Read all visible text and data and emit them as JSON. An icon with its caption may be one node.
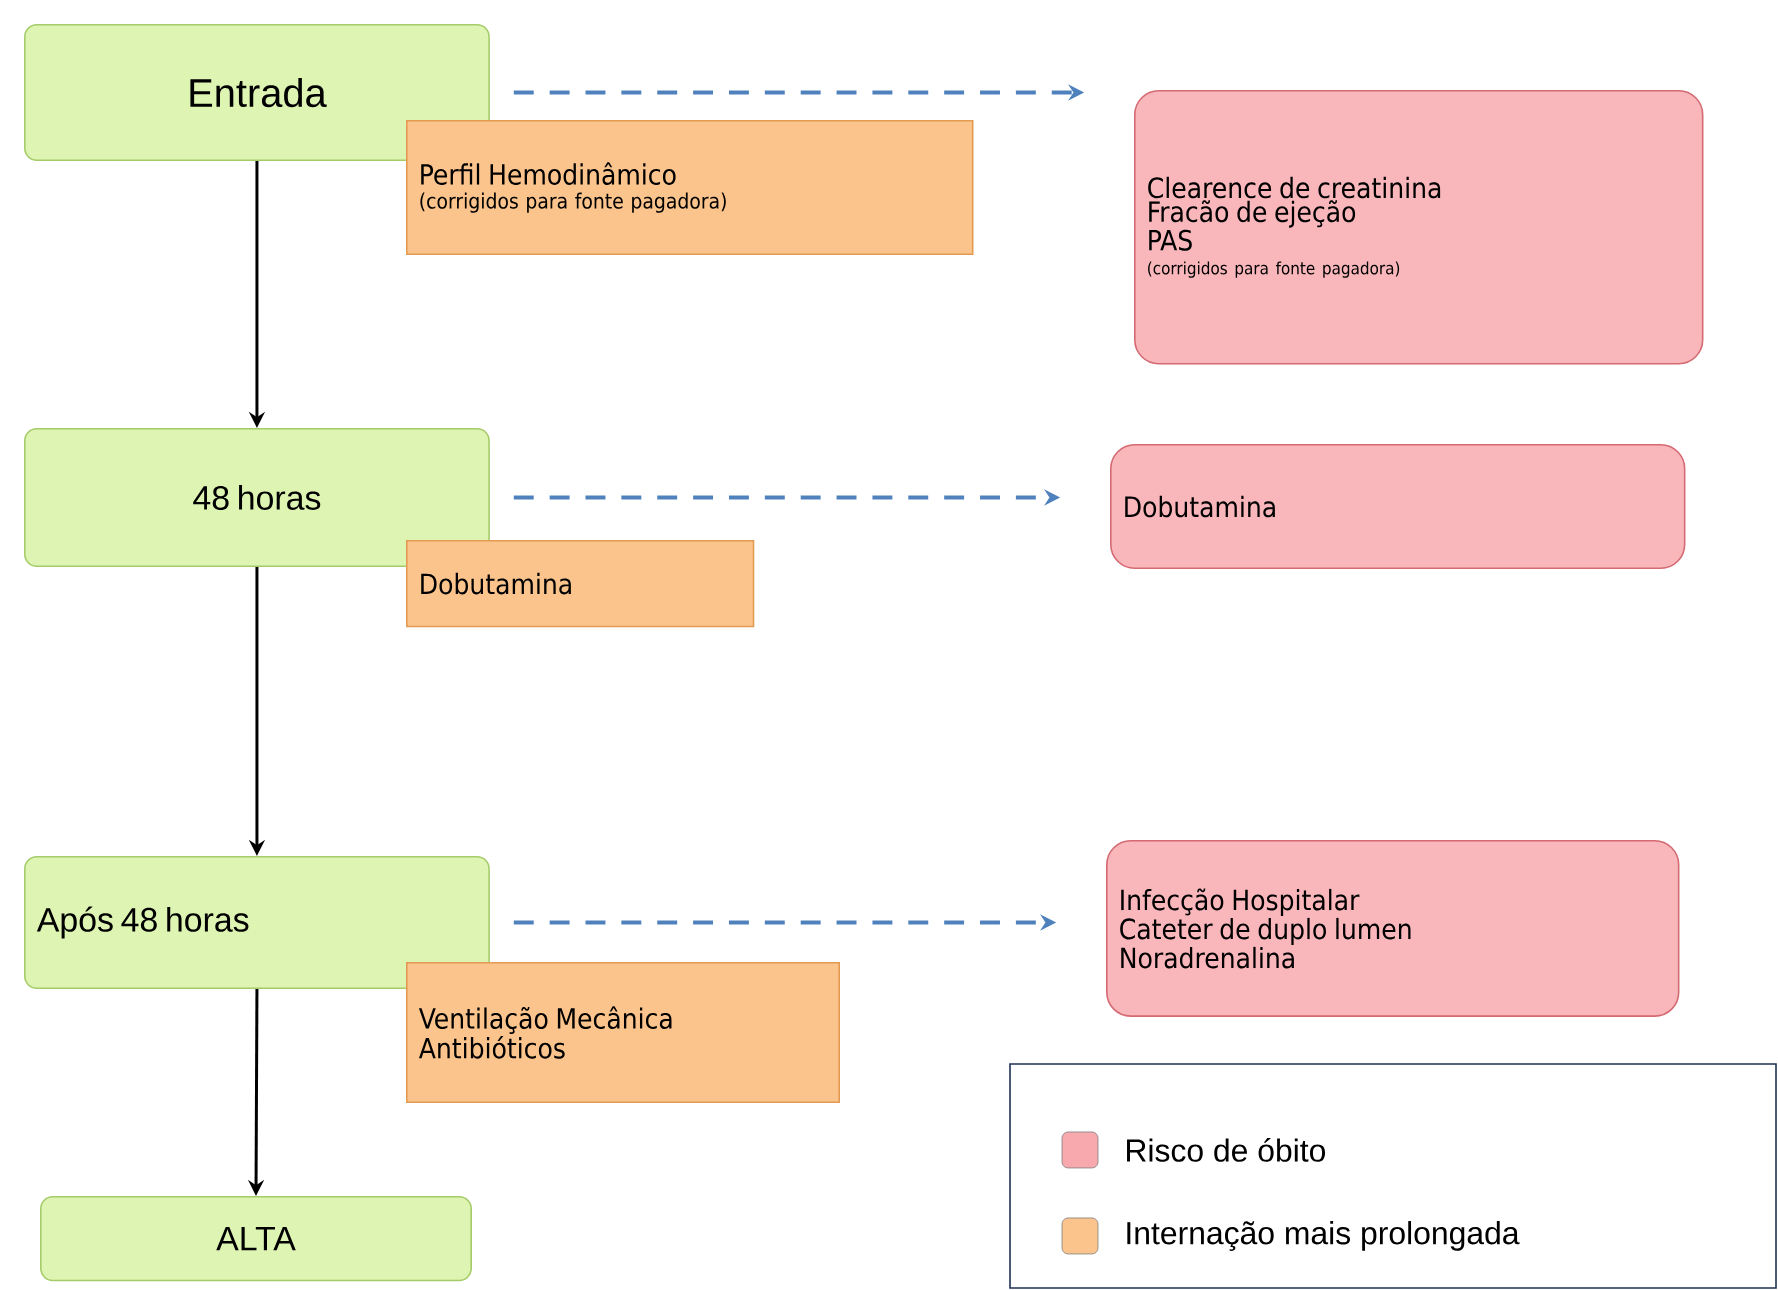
{
  "diagram": {
    "nodes": [
      {
        "text": [
          "Entrada"
        ]
      },
      {
        "text": [
          "Perfil Hemodinâmico",
          "(corrigidos para fonte pagadora)"
        ]
      },
      {
        "text": [
          "Clearence de creatinina",
          "Fracão de ejeção",
          "PAS",
          "(corrigidos para fonte pagadora)"
        ]
      },
      {
        "text": [
          "48 horas"
        ]
      },
      {
        "text": [
          "Dobutamina"
        ]
      },
      {
        "text": [
          "Dobutamina"
        ]
      },
      {
        "text": [
          "Após 48 horas"
        ]
      },
      {
        "text": [
          "Ventilação Mecânica",
          "Antibióticos"
        ]
      },
      {
        "text": [
          "Infecção Hospitalar",
          "Cateter de duplo lumen",
          "Noradrenalina"
        ]
      },
      {
        "text": [
          "ALTA"
        ]
      }
    ],
    "edges": [
      {
        "from": 0,
        "to": 3,
        "arrow": "to"
      },
      {
        "from": 3,
        "to": 6,
        "arrow": "to"
      },
      {
        "from": 6,
        "to": 9,
        "arrow": "to"
      },
      {
        "from": 0,
        "to": 2,
        "arrow": "to",
        "style": "dashed",
        "color": "#4f81bd"
      },
      {
        "from": 3,
        "to": 5,
        "arrow": "to",
        "style": "dashed",
        "color": "#4f81bd"
      },
      {
        "from": 6,
        "to": 8,
        "arrow": "to",
        "style": "dashed",
        "color": "#4f81bd"
      }
    ],
    "legend": [
      {
        "text": "Risco de óbito",
        "color": "#f7a9ae"
      },
      {
        "text": "Internação mais prolongada",
        "color": "#fbc48c"
      }
    ]
  }
}
